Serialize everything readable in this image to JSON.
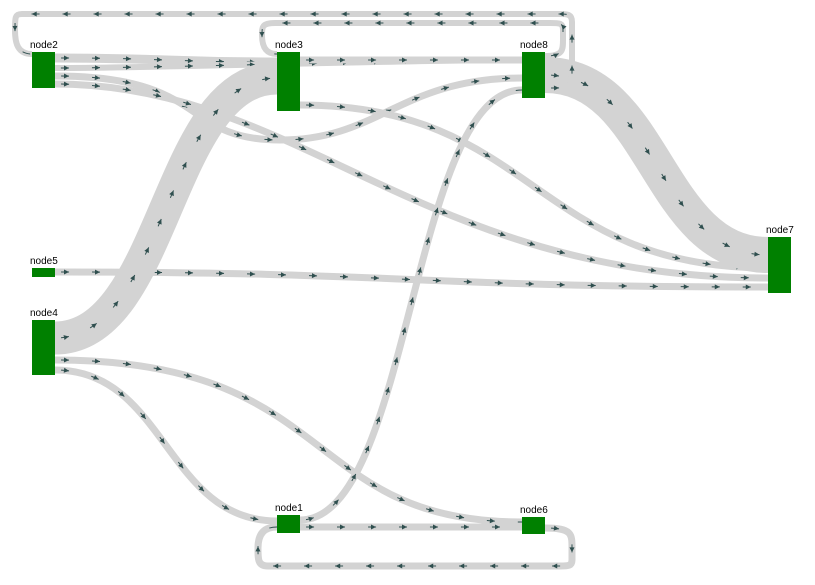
{
  "colors": {
    "node_fill": "#008000",
    "link_stroke": "#d3d3d3",
    "arrow": "#2f4f4f",
    "background": "#ffffff"
  },
  "nodes": [
    {
      "id": "node2",
      "label": "node2"
    },
    {
      "id": "node3",
      "label": "node3"
    },
    {
      "id": "node8",
      "label": "node8"
    },
    {
      "id": "node5",
      "label": "node5"
    },
    {
      "id": "node4",
      "label": "node4"
    },
    {
      "id": "node7",
      "label": "node7"
    },
    {
      "id": "node1",
      "label": "node1"
    },
    {
      "id": "node6",
      "label": "node6"
    }
  ],
  "links": [
    {
      "source": "node2",
      "target": "node3",
      "value": 1
    },
    {
      "source": "node2",
      "target": "node8",
      "value": 1
    },
    {
      "source": "node2",
      "target": "node8",
      "value": 1
    },
    {
      "source": "node2",
      "target": "node7",
      "value": 1
    },
    {
      "source": "node5",
      "target": "node7",
      "value": 1
    },
    {
      "source": "node4",
      "target": "node3",
      "value": 5
    },
    {
      "source": "node4",
      "target": "node6",
      "value": 1
    },
    {
      "source": "node4",
      "target": "node1",
      "value": 1
    },
    {
      "source": "node3",
      "target": "node8",
      "value": 1
    },
    {
      "source": "node3",
      "target": "node7",
      "value": 1
    },
    {
      "source": "node8",
      "target": "node7",
      "value": 5
    },
    {
      "source": "node1",
      "target": "node8",
      "value": 1
    },
    {
      "source": "node1",
      "target": "node6",
      "value": 1
    },
    {
      "source": "node8",
      "target": "node2",
      "value": 1
    },
    {
      "source": "node8",
      "target": "node3",
      "value": 1
    },
    {
      "source": "node6",
      "target": "node1",
      "value": 1
    }
  ]
}
